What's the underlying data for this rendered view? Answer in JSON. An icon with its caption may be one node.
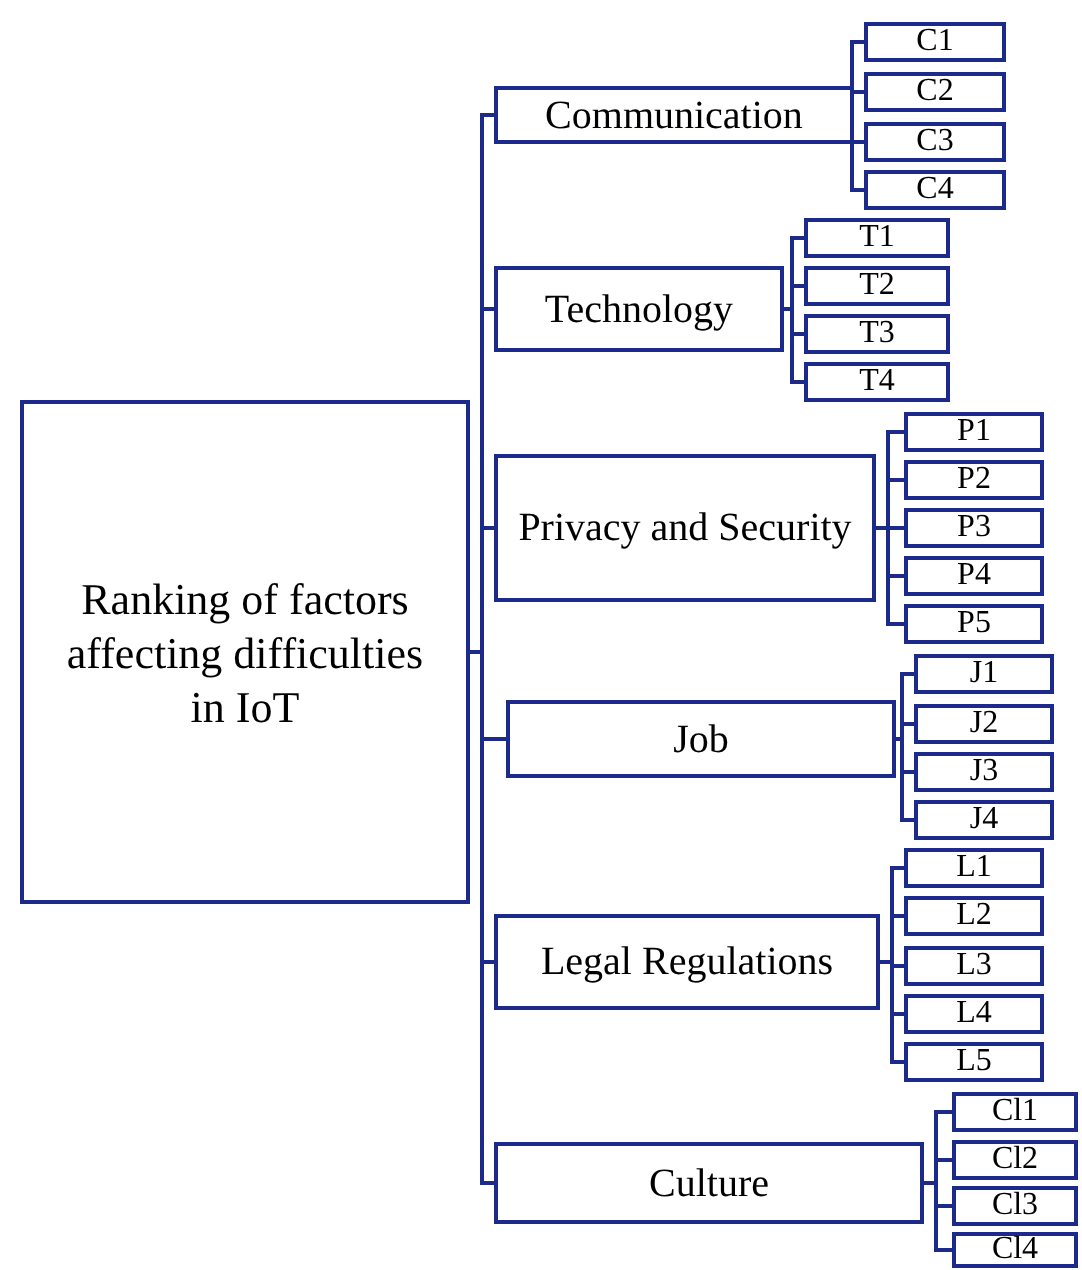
{
  "diagram": {
    "nodes": [
      {
        "text": [
          "Ranking of factors affecting difficulties in IoT"
        ]
      },
      {
        "text": [
          "Communication"
        ]
      },
      {
        "text": [
          "C1"
        ]
      },
      {
        "text": [
          "C2"
        ]
      },
      {
        "text": [
          "C3"
        ]
      },
      {
        "text": [
          "C4"
        ]
      },
      {
        "text": [
          "Technology"
        ]
      },
      {
        "text": [
          "T1"
        ]
      },
      {
        "text": [
          "T2"
        ]
      },
      {
        "text": [
          "T3"
        ]
      },
      {
        "text": [
          "T4"
        ]
      },
      {
        "text": [
          "Privacy and Security"
        ]
      },
      {
        "text": [
          "P1"
        ]
      },
      {
        "text": [
          "P2"
        ]
      },
      {
        "text": [
          "P3"
        ]
      },
      {
        "text": [
          "P4"
        ]
      },
      {
        "text": [
          "P5"
        ]
      },
      {
        "text": [
          "Job"
        ]
      },
      {
        "text": [
          "J1"
        ]
      },
      {
        "text": [
          "J2"
        ]
      },
      {
        "text": [
          "J3"
        ]
      },
      {
        "text": [
          "J4"
        ]
      },
      {
        "text": [
          "Legal Regulations"
        ]
      },
      {
        "text": [
          "L1"
        ]
      },
      {
        "text": [
          "L2"
        ]
      },
      {
        "text": [
          "L3"
        ]
      },
      {
        "text": [
          "L4"
        ]
      },
      {
        "text": [
          "L5"
        ]
      },
      {
        "text": [
          "Culture"
        ]
      },
      {
        "text": [
          "Cl1"
        ]
      },
      {
        "text": [
          "Cl2"
        ]
      },
      {
        "text": [
          "Cl3"
        ]
      },
      {
        "text": [
          "Cl4"
        ]
      }
    ],
    "edges": [
      {
        "from": 0,
        "to": 1,
        "arrow": "none"
      },
      {
        "from": 0,
        "to": 6,
        "arrow": "none"
      },
      {
        "from": 0,
        "to": 11,
        "arrow": "none"
      },
      {
        "from": 0,
        "to": 17,
        "arrow": "none"
      },
      {
        "from": 0,
        "to": 22,
        "arrow": "none"
      },
      {
        "from": 0,
        "to": 28,
        "arrow": "none"
      },
      {
        "from": 1,
        "to": 2,
        "arrow": "none"
      },
      {
        "from": 1,
        "to": 3,
        "arrow": "none"
      },
      {
        "from": 1,
        "to": 4,
        "arrow": "none"
      },
      {
        "from": 1,
        "to": 5,
        "arrow": "none"
      },
      {
        "from": 6,
        "to": 7,
        "arrow": "none"
      },
      {
        "from": 6,
        "to": 8,
        "arrow": "none"
      },
      {
        "from": 6,
        "to": 9,
        "arrow": "none"
      },
      {
        "from": 6,
        "to": 10,
        "arrow": "none"
      },
      {
        "from": 11,
        "to": 12,
        "arrow": "none"
      },
      {
        "from": 11,
        "to": 13,
        "arrow": "none"
      },
      {
        "from": 11,
        "to": 14,
        "arrow": "none"
      },
      {
        "from": 11,
        "to": 15,
        "arrow": "none"
      },
      {
        "from": 11,
        "to": 16,
        "arrow": "none"
      },
      {
        "from": 17,
        "to": 18,
        "arrow": "none"
      },
      {
        "from": 17,
        "to": 19,
        "arrow": "none"
      },
      {
        "from": 17,
        "to": 20,
        "arrow": "none"
      },
      {
        "from": 17,
        "to": 21,
        "arrow": "none"
      },
      {
        "from": 22,
        "to": 23,
        "arrow": "none"
      },
      {
        "from": 22,
        "to": 24,
        "arrow": "none"
      },
      {
        "from": 22,
        "to": 25,
        "arrow": "none"
      },
      {
        "from": 22,
        "to": 26,
        "arrow": "none"
      },
      {
        "from": 22,
        "to": 27,
        "arrow": "none"
      },
      {
        "from": 28,
        "to": 29,
        "arrow": "none"
      },
      {
        "from": 28,
        "to": 30,
        "arrow": "none"
      },
      {
        "from": 28,
        "to": 31,
        "arrow": "none"
      },
      {
        "from": 28,
        "to": 32,
        "arrow": "none"
      }
    ]
  }
}
